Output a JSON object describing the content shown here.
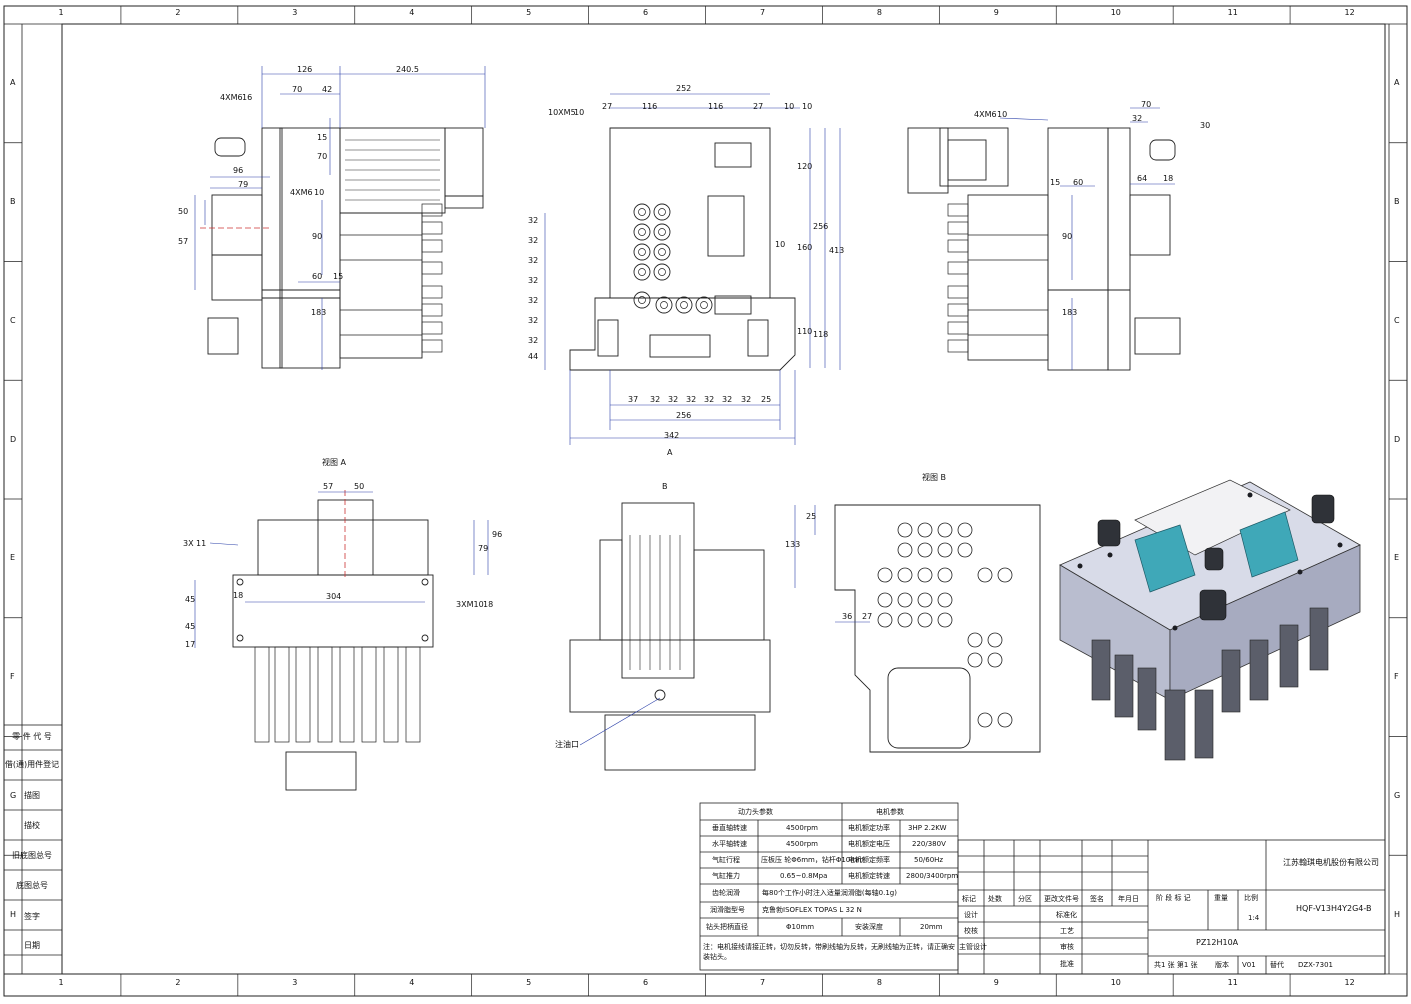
{
  "grid": {
    "cols": [
      "1",
      "2",
      "3",
      "4",
      "5",
      "6",
      "7",
      "8",
      "9",
      "10",
      "11",
      "12"
    ],
    "rows": [
      "A",
      "B",
      "C",
      "D",
      "E",
      "F",
      "G",
      "H"
    ]
  },
  "side_labels": [
    "零 件 代 号",
    "借(通)用件登记",
    "描图",
    "描校",
    "旧底图总号",
    "底图总号",
    "签字",
    "日期"
  ],
  "views": {
    "view_a": "视图 A",
    "view_b": "视图 B",
    "arrow_a": "A",
    "arrow_b": "B",
    "note_inject": "注油口"
  },
  "dims": {
    "front": [
      "126",
      "240.5",
      "70",
      "42",
      "15",
      "70",
      "4XM6",
      "16",
      "96",
      "79",
      "50",
      "57",
      "4XM6",
      "10",
      "90",
      "60",
      "15",
      "183"
    ],
    "mid": [
      "10XM5",
      "10",
      "252",
      "27",
      "116",
      "116",
      "27",
      "10",
      "10",
      "120",
      "256",
      "413",
      "160",
      "10",
      "118",
      "110",
      "32",
      "32",
      "32",
      "32",
      "32",
      "32",
      "32",
      "44",
      "37",
      "32",
      "32",
      "32",
      "32",
      "32",
      "32",
      "25",
      "256",
      "342"
    ],
    "right": [
      "4XM6",
      "10",
      "70",
      "32",
      "30",
      "15",
      "60",
      "64",
      "18",
      "90",
      "183"
    ],
    "view_a": [
      "57",
      "50",
      "3X",
      "11",
      "79",
      "96",
      "45",
      "18",
      "304",
      "3XM10",
      "18",
      "45",
      "17"
    ],
    "view_b": [
      "25",
      "133",
      "36",
      "27"
    ]
  },
  "params": {
    "head_left": "动力头参数",
    "head_right": "电机参数",
    "rows": [
      [
        "垂直轴转速",
        "4500rpm",
        "电机额定功率",
        "3HP 2.2KW"
      ],
      [
        "水平轴转速",
        "4500rpm",
        "电机额定电压",
        "220/380V"
      ],
      [
        "气缸行程",
        "压板压 轮Φ6mm，钻杆Φ10mm",
        "电机额定频率",
        "50/60Hz"
      ],
      [
        "气缸推力",
        "0.65~0.8Mpa",
        "电机额定转速",
        "2800/3400rpm"
      ]
    ],
    "lube_label": "齿轮润滑",
    "lube_value": "每80个工作小时注入适量润滑脂(每轴0.1g)",
    "grease_label": "润滑脂型号",
    "grease_value": "克鲁勃ISOFLEX TOPAS L 32 N",
    "drill_label": "钻头把柄直径",
    "drill_value": "Φ10mm",
    "depth_label": "安装深度",
    "depth_value": "20mm",
    "note": "注：电机接线请接正转，切勿反转，带刷线轴为反转，无刷线轴为正转，请正确安装钻头。"
  },
  "title_block": {
    "company": "江苏翰琪电机股份有限公司",
    "drawing_no": "HQF-V13H4Y2G4-B",
    "model": "PZ12H10A",
    "mark": "标记",
    "count": "处数",
    "zone": "分区",
    "change_doc": "更改文件号",
    "sign": "签名",
    "date": "年月日",
    "stage": "阶 段 标 记",
    "weight": "重量",
    "scale_label": "比例",
    "scale": "1:4",
    "design": "设计",
    "standard": "标准化",
    "check": "校核",
    "process": "工艺",
    "chief": "主管设计",
    "review": "审核",
    "approve": "批准",
    "sheets": "共1 张  第1 张",
    "version_label": "版本",
    "version": "V01",
    "replace_label": "替代",
    "replace": "DZX-7301"
  }
}
